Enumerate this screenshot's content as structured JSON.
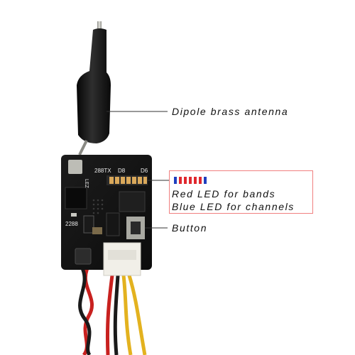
{
  "callouts": {
    "antenna": "Dipole brass antenna",
    "led_red": "Red LED for bands",
    "led_blue": "Blue LED for channels",
    "button": "Button"
  },
  "silkscreen": {
    "top": "288TX",
    "top_right_a": "D8",
    "top_right_b": "D6",
    "left": "2288",
    "side": "LEZ"
  },
  "led_strip_colors": [
    "#1f3fbf",
    "#e0282e",
    "#e0282e",
    "#e0282e",
    "#e0282e",
    "#e0282e",
    "#1f3fbf"
  ],
  "colors": {
    "pcb": "#121212",
    "antenna_sleeve": "#1a1a1a",
    "callout_line": "#333333",
    "box_border": "#f08080",
    "wire_red": "#c8211f",
    "wire_black": "#1a1a1a",
    "wire_yellow": "#e3b21f"
  }
}
